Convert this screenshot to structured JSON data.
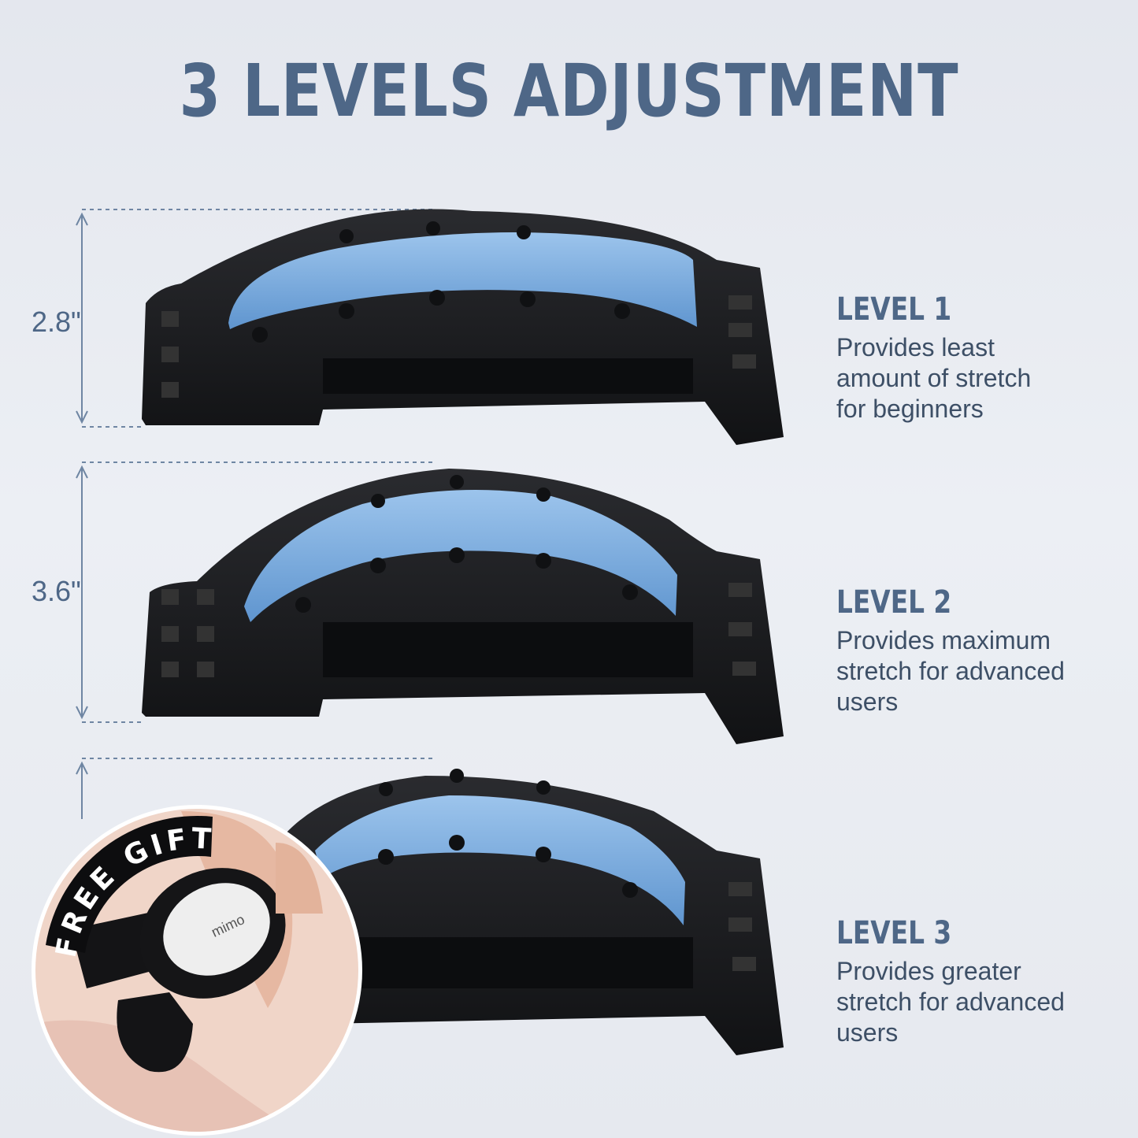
{
  "title": "3 LEVELS ADJUSTMENT",
  "levels": [
    {
      "height": "2.8ʺ",
      "name": "LEVEL 1",
      "desc_lines": [
        "Provides least",
        "amount of stretch",
        "for beginners"
      ]
    },
    {
      "height": "3.6ʺ",
      "name": "LEVEL 2",
      "desc_lines": [
        "Provides maximum",
        "stretch for advanced",
        "users"
      ]
    },
    {
      "name": "LEVEL 3",
      "desc_lines": [
        "Provides greater",
        "stretch for advanced",
        "users"
      ]
    }
  ],
  "badge": {
    "text": "FREE GIFT",
    "brand": "mimo"
  },
  "colors": {
    "accent": "#4e6787",
    "pad": "#7fb0e0",
    "stretcher": "#1c1d20"
  }
}
